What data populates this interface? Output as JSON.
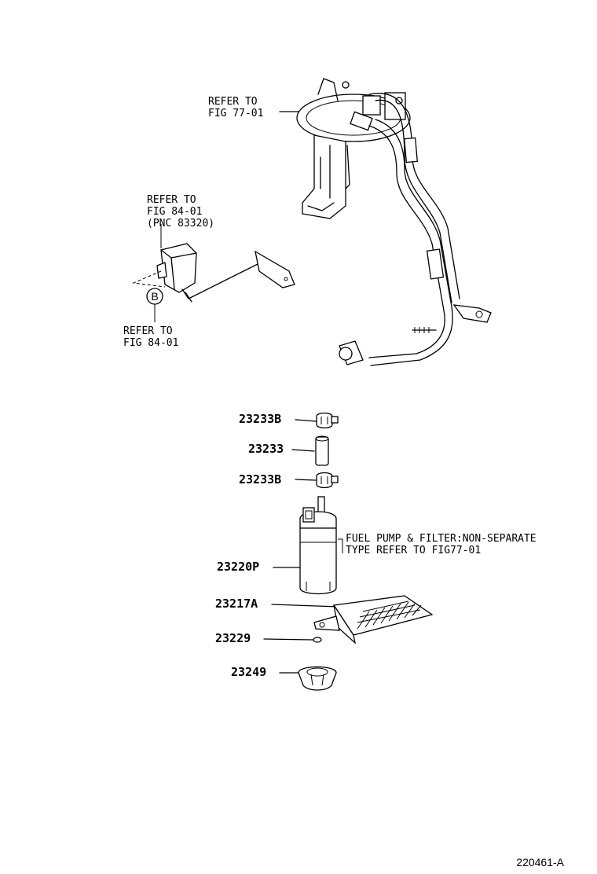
{
  "callouts": {
    "refer_77_line1": "REFER TO",
    "refer_77_line2": "FIG 77-01",
    "refer_84a_line1": "REFER TO",
    "refer_84a_line2": "FIG 84-01",
    "refer_84a_line3": "(PNC 83320)",
    "refer_84b_line1": "REFER TO",
    "refer_84b_line2": "FIG 84-01",
    "marker_b": "B"
  },
  "parts": [
    {
      "number": "23233B"
    },
    {
      "number": "23233"
    },
    {
      "number": "23233B"
    },
    {
      "number": "23220P"
    },
    {
      "number": "23217A"
    },
    {
      "number": "23229"
    },
    {
      "number": "23249"
    }
  ],
  "note": {
    "line1": "FUEL PUMP & FILTER:NON-SEPARATE",
    "line2": "TYPE  REFER TO FIG77-01"
  },
  "figure_id": "220461-A"
}
